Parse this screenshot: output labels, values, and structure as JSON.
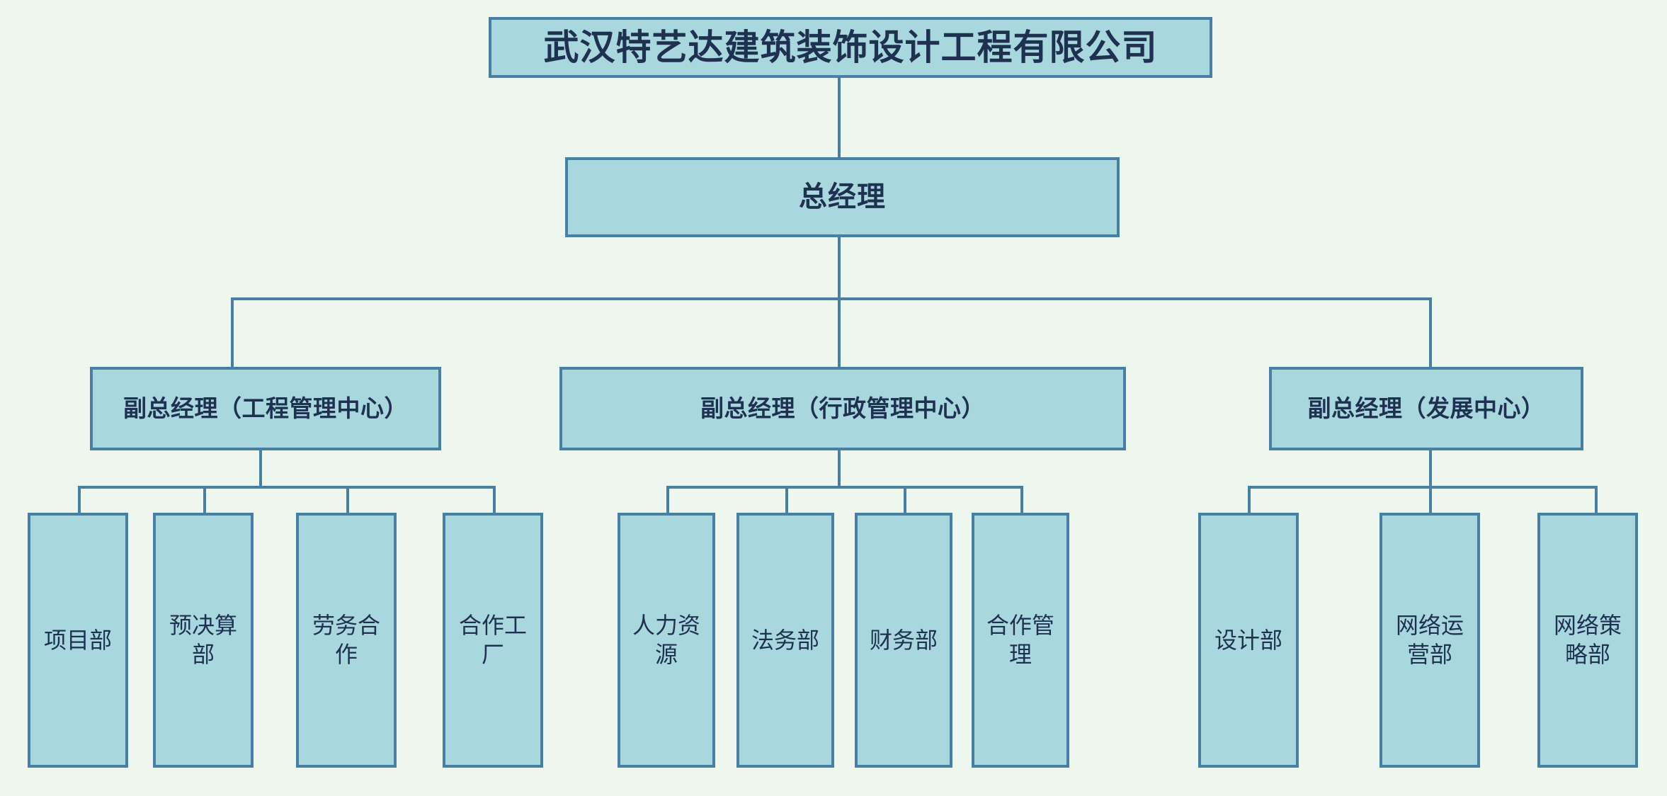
{
  "chart": {
    "kind": "organization-chart",
    "title": "武汉特艺达建筑装饰设计工程有限公司",
    "colors": {
      "background": "#eef7ee",
      "node_fill": "#a8d8de",
      "node_border": "#4a7fa5",
      "connector": "#4a7fa5",
      "text": "#1f3151"
    },
    "levels": {
      "company": "武汉特艺达建筑装饰设计工程有限公司",
      "general_manager": "总经理"
    },
    "nodes": {
      "company": {
        "label": "武汉特艺达建筑装饰设计工程有限公司"
      },
      "general_manager": {
        "label": "总经理"
      },
      "vp_engineering": {
        "label": "副总经理（工程管理中心）"
      },
      "vp_administration": {
        "label": "副总经理（行政管理中心）"
      },
      "vp_development": {
        "label": "副总经理（发展中心）"
      },
      "dept_project": {
        "label": "项目部"
      },
      "dept_budget": {
        "label": "预决算部"
      },
      "dept_labor": {
        "label": "劳务合作"
      },
      "dept_factory": {
        "label": "合作工厂"
      },
      "dept_hr": {
        "label": "人力资源"
      },
      "dept_legal": {
        "label": "法务部"
      },
      "dept_finance": {
        "label": "财务部"
      },
      "dept_coop_mgmt": {
        "label": "合作管理"
      },
      "dept_design": {
        "label": "设计部"
      },
      "dept_net_ops": {
        "label": "网络运营部"
      },
      "dept_net_strategy": {
        "label": "网络策略部"
      }
    },
    "groups": [
      {
        "parent": "副总经理（工程管理中心）",
        "children": [
          "项目部",
          "预决算部",
          "劳务合作",
          "合作工厂"
        ]
      },
      {
        "parent": "副总经理（行政管理中心）",
        "children": [
          "人力资源",
          "法务部",
          "财务部",
          "合作管理"
        ]
      },
      {
        "parent": "副总经理（发展中心）",
        "children": [
          "设计部",
          "网络运营部",
          "网络策略部"
        ]
      }
    ]
  }
}
